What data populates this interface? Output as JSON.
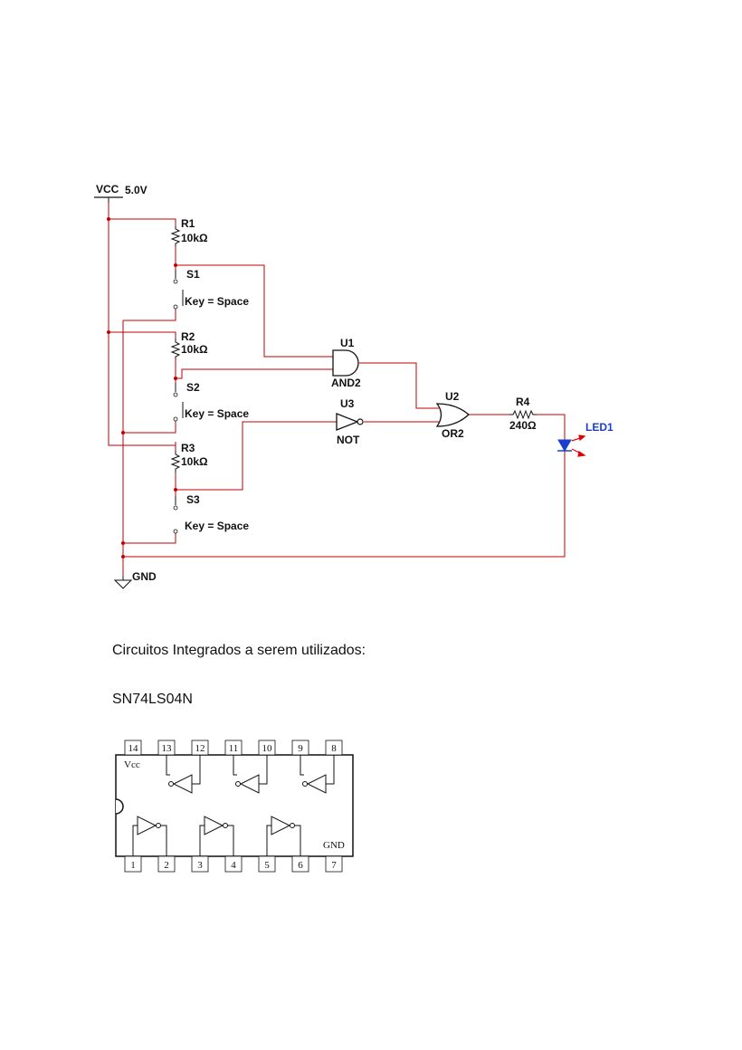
{
  "schematic": {
    "supply": {
      "name": "VCC",
      "voltage": "5.0V"
    },
    "ground": "GND",
    "resistors": [
      {
        "ref": "R1",
        "value": "10kΩ"
      },
      {
        "ref": "R2",
        "value": "10kΩ"
      },
      {
        "ref": "R3",
        "value": "10kΩ"
      },
      {
        "ref": "R4",
        "value": "240Ω"
      }
    ],
    "switches": [
      {
        "ref": "S1",
        "key": "Key = Space"
      },
      {
        "ref": "S2",
        "key": "Key = Space"
      },
      {
        "ref": "S3",
        "key": "Key = Space"
      }
    ],
    "gates": [
      {
        "ref": "U1",
        "type": "AND2"
      },
      {
        "ref": "U2",
        "type": "OR2"
      },
      {
        "ref": "U3",
        "type": "NOT"
      }
    ],
    "led": {
      "ref": "LED1"
    },
    "colors": {
      "wire": "#c00000",
      "led": "#1a3fd0",
      "arrows": "#e00000",
      "ink": "#111111"
    }
  },
  "caption": "Circuitos Integrados a serem utilizados:",
  "chip": {
    "part": "SN74LS04N",
    "top_pins": [
      "14",
      "13",
      "12",
      "11",
      "10",
      "9",
      "8"
    ],
    "bottom_pins": [
      "1",
      "2",
      "3",
      "4",
      "5",
      "6",
      "7"
    ],
    "vcc_label": "Vcc",
    "gnd_label": "GND"
  }
}
